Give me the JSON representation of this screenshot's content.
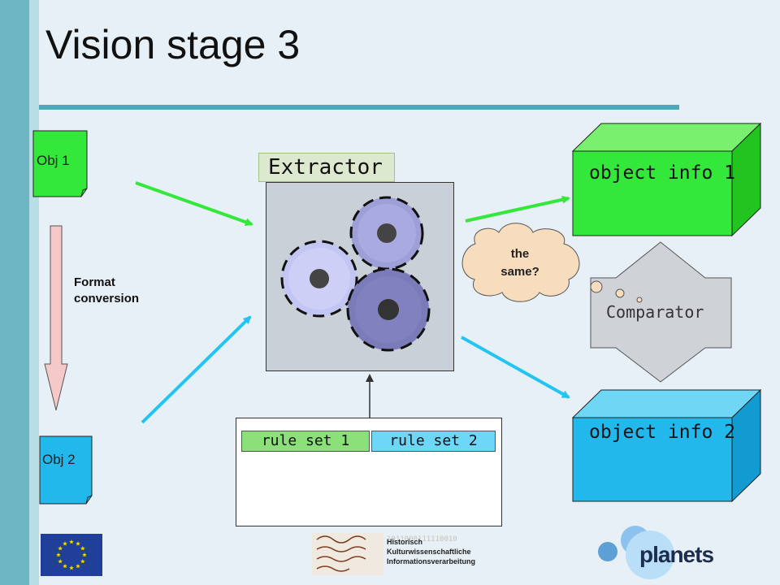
{
  "slide": {
    "title": "Vision stage 3",
    "colors": {
      "accent": "#4fa9b9",
      "green": "#33e83a",
      "blue": "#23b8ec",
      "pink": "#f6c9c9"
    }
  },
  "documents": [
    {
      "label": "Obj 1",
      "color": "#33e83a"
    },
    {
      "label": "Obj 2",
      "color": "#23b8ec"
    }
  ],
  "format_conversion": {
    "line1": "Format",
    "line2": "conversion"
  },
  "extractor": {
    "label": "Extractor",
    "icon": "gears-icon"
  },
  "rules": {
    "rule1": "rule set 1",
    "rule2": "rule set 2"
  },
  "object_info": {
    "info1": "object info 1",
    "info2": "object info 2"
  },
  "comparator": {
    "label": "Comparator"
  },
  "thought_bubble": {
    "line1": "the",
    "line2": "same?"
  },
  "logos": {
    "eu": "eu-flag-icon",
    "historisch": {
      "line1": "Historisch",
      "line2": "Kulturwissenschaftliche",
      "line3": "Informationsverarbeitung"
    },
    "planets": "planets"
  }
}
